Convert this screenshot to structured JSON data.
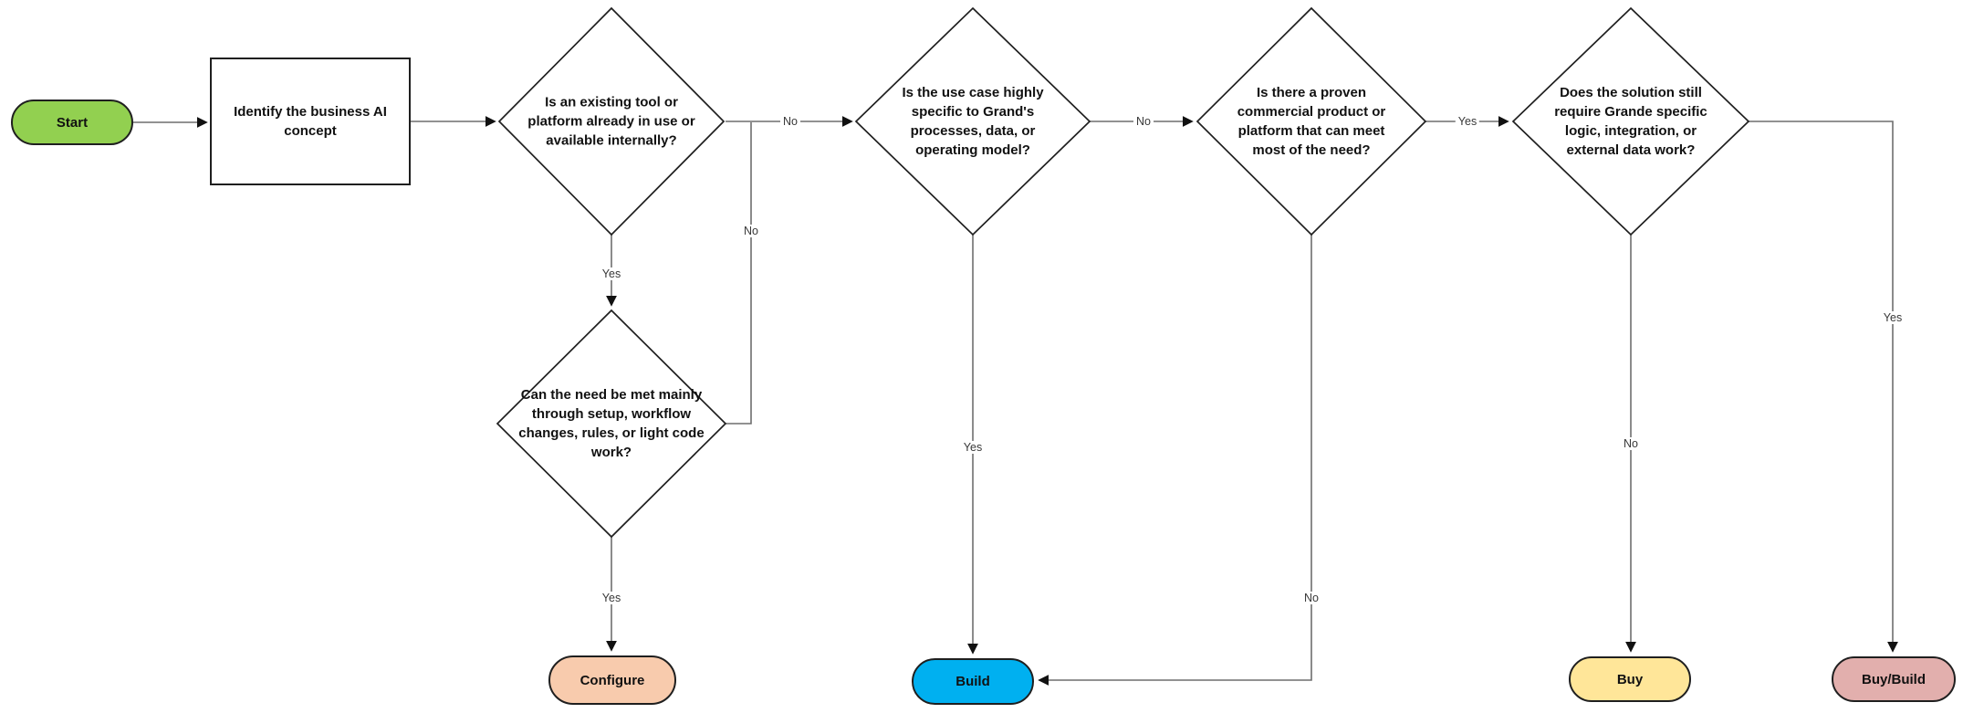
{
  "flowchart": {
    "start": {
      "label": "Start"
    },
    "process": {
      "label": "Identify the business AI concept"
    },
    "decisions": [
      {
        "label": "Is an existing tool or platform already in use or available internally?"
      },
      {
        "label": "Can the need be met mainly through setup, workflow changes, rules, or light code work?"
      },
      {
        "label": "Is the use case highly specific to Grand's processes, data, or operating model?"
      },
      {
        "label": "Is there a proven commercial product or platform that can meet most of the need?"
      },
      {
        "label": "Does the solution still require Grande specific logic, integration, or external data work?"
      }
    ],
    "terminals": [
      {
        "label": "Configure"
      },
      {
        "label": "Build"
      },
      {
        "label": "Buy"
      },
      {
        "label": "Buy/Build"
      }
    ],
    "edge_labels": {
      "existing_tool_no": "No",
      "existing_tool_yes": "Yes",
      "need_met_no": "No",
      "need_met_yes": "Yes",
      "use_case_no": "No",
      "use_case_yes": "Yes",
      "proven_product_yes": "Yes",
      "proven_product_no": "No",
      "grande_specific_no": "No",
      "grande_specific_yes": "Yes"
    },
    "colors": {
      "start_fill": "#92D050",
      "configure_fill": "#F8CBAD",
      "build_fill": "#00B0F0",
      "buy_fill": "#FFE699",
      "buy_build_fill": "#E2AFAD",
      "connector": "#6E6E6E",
      "shape_border": "#1F1F1F"
    }
  }
}
